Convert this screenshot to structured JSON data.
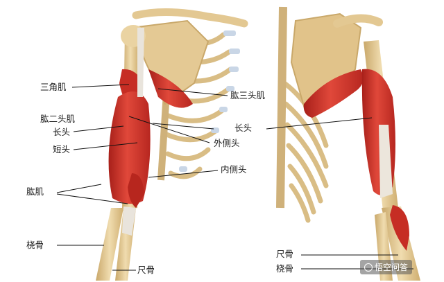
{
  "labels": {
    "deltoid": "三角肌",
    "triceps": "肱三头肌",
    "biceps": "肱二头肌",
    "long_head_left": "长头",
    "short_head": "短头",
    "long_head_right": "长头",
    "lateral_head": "外侧头",
    "medial_head": "内侧头",
    "brachialis": "肱肌",
    "radius_left": "桡骨",
    "ulna_left": "尺骨",
    "ulna_right": "尺骨",
    "radius_right": "桡骨"
  },
  "watermark": "悟空问答",
  "colors": {
    "bone": "#e7cf9b",
    "bone_shadow": "#c9a86a",
    "muscle": "#d8352a",
    "muscle_dark": "#a8201a",
    "tendon": "#e9e4dc",
    "cartilage": "#c9d6e6"
  }
}
